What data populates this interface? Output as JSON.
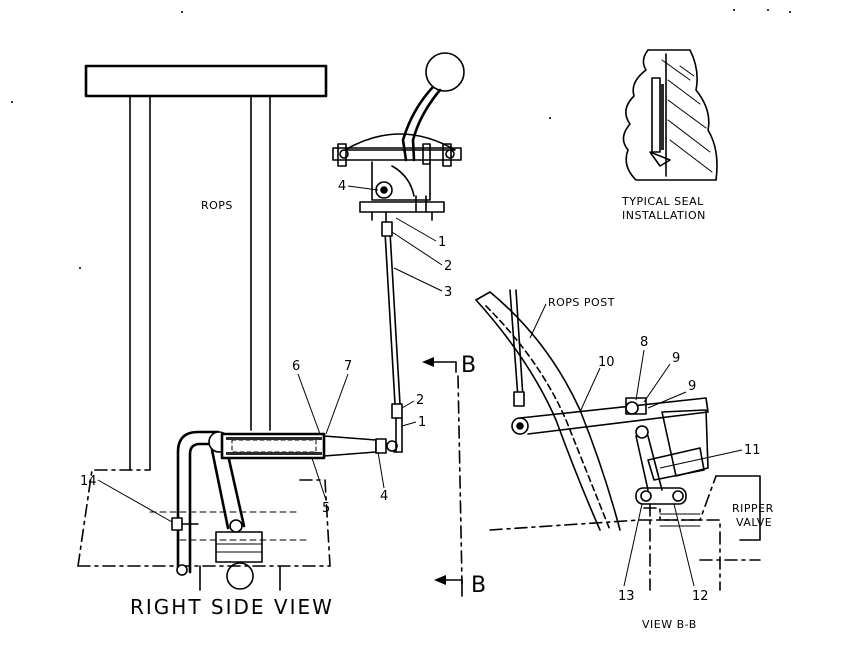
{
  "labels": {
    "rops": "ROPS",
    "rops_post": "ROPS POST",
    "typical_seal_line1": "TYPICAL SEAL",
    "typical_seal_line2": "INSTALLATION",
    "ripper_line1": "RIPPER",
    "ripper_line2": "VALVE",
    "right_side_view": "RIGHT SIDE VIEW",
    "view_bb": "VIEW B-B",
    "section_mark_top": "B",
    "section_mark_bottom": "B"
  },
  "callouts": {
    "lever_nut": "4",
    "link_1_top": "1",
    "link_2_top": "2",
    "rod_3": "3",
    "link_2_low": "2",
    "link_1_low": "1",
    "rod_end_4": "4",
    "cylinder_5": "5",
    "tube_6": "6",
    "boot_7": "7",
    "bolt_14": "14",
    "bolt_8": "8",
    "washer_9a": "9",
    "washer_9b": "9",
    "lever_10": "10",
    "link_11": "11",
    "pin_12": "12",
    "pin_13": "13"
  }
}
